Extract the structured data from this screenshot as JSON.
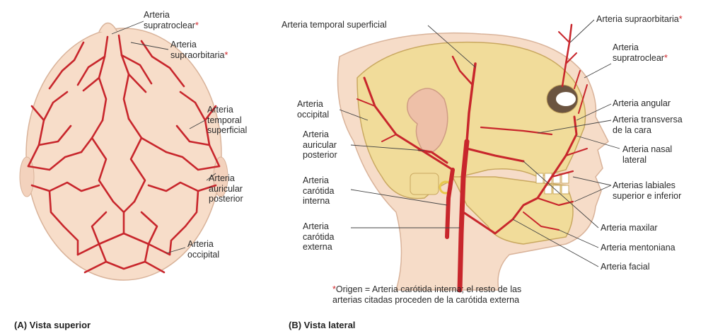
{
  "panel_a": {
    "caption": "(A) Vista superior",
    "labels": {
      "supratroclear": "Arteria\nsupratroclear",
      "supraorbitaria": "Arteria\nsupraorbitaria",
      "temporal": "Arteria\ntemporal\nsuperficial",
      "auricular": "Arteria\nauricular\nposterior",
      "occipital": "Arteria\noccipital"
    }
  },
  "panel_b": {
    "caption": "(B) Vista lateral",
    "labels": {
      "temporal": "Arteria temporal superficial",
      "occipital": "Arteria\noccipital",
      "auricular": "Arteria\nauricular\nposterior",
      "carotida_interna": "Arteria\ncarótida\ninterna",
      "carotida_externa": "Arteria\ncarótida\nexterna",
      "supraorbitaria": "Arteria supraorbitaria",
      "supratroclear": "Arteria\nsupratroclear",
      "angular": "Arteria angular",
      "transversa": "Arteria transversa\nde la cara",
      "nasal": "Arteria nasal\nlateral",
      "labiales": "Arterias labiales\nsuperior e inferior",
      "maxilar": "Arteria maxilar",
      "mentoniana": "Arteria mentoniana",
      "facial": "Arteria facial"
    },
    "asterisk": "*",
    "note_origin": "Origen = Arteria carótida interna; el resto de las\narterias citadas proceden de la carótida externa"
  },
  "colors": {
    "artery": "#c8262c",
    "skin": "#f6dcc8",
    "bone": "#f1dc9a",
    "bone_edge": "#c9a860"
  }
}
